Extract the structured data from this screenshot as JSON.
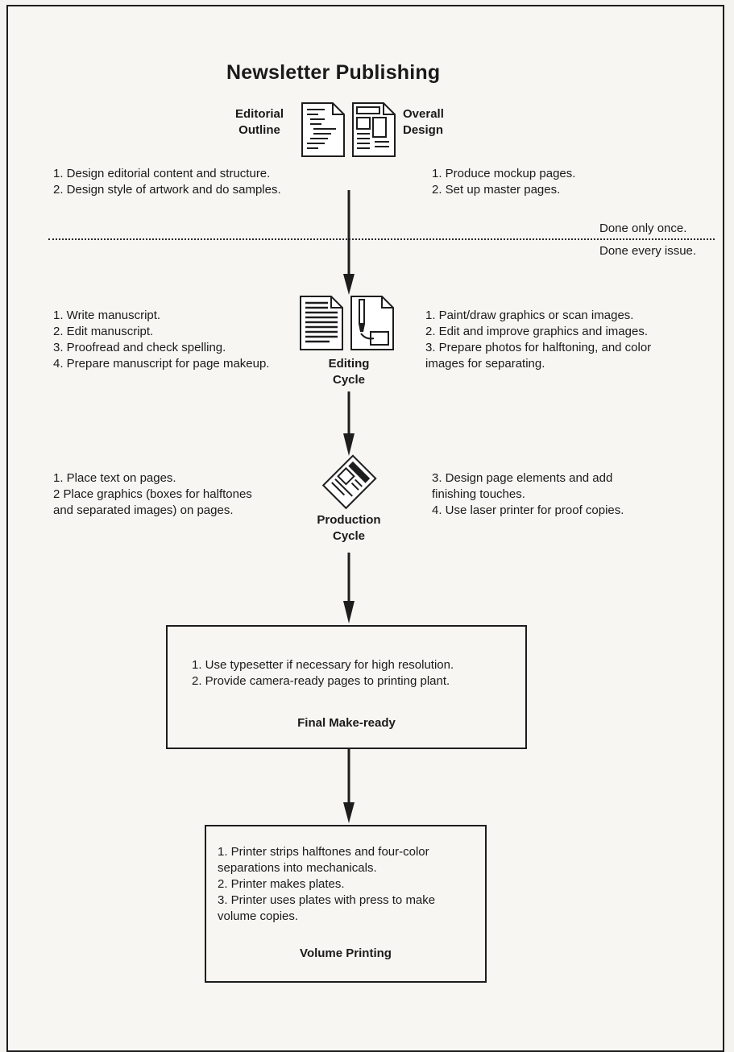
{
  "title": "Newsletter Publishing",
  "top": {
    "editorial_outline": [
      "Editorial",
      "Outline"
    ],
    "overall_design": [
      "Overall",
      "Design"
    ],
    "left_steps": [
      "1.  Design editorial content and structure.",
      "2.  Design style of  artwork and do samples."
    ],
    "right_steps": [
      "1.  Produce mockup pages.",
      "2.  Set up master pages."
    ]
  },
  "divider": {
    "above": "Done only once.",
    "below": "Done every issue."
  },
  "editing": {
    "label": [
      "Editing",
      "Cycle"
    ],
    "left_steps": [
      "1.  Write manuscript.",
      "2.  Edit manuscript.",
      "3.  Proofread and check spelling.",
      "4.  Prepare manuscript  for page makeup."
    ],
    "right_steps": [
      "1.  Paint/draw graphics or scan images.",
      "2.  Edit and improve graphics and images.",
      "3.  Prepare photos for halftoning, and color",
      "images for separating."
    ]
  },
  "production": {
    "label": [
      "Production",
      "Cycle"
    ],
    "left_steps": [
      "1. Place text  on pages.",
      "2  Place graphics (boxes for halftones",
      "and separated images) on pages."
    ],
    "right_steps": [
      "3.  Design page elements and add",
      "finishing  touches.",
      "4.  Use laser printer for proof copies."
    ]
  },
  "final": {
    "steps": [
      "1.  Use typesetter if necessary for high resolution.",
      "2.  Provide camera-ready pages to printing plant."
    ],
    "label": "Final Make-ready"
  },
  "volume": {
    "steps": [
      "1.  Printer strips halftones and four-color",
      "separations into mechanicals.",
      "2.  Printer makes plates.",
      "3.  Printer uses plates with press to make",
      "volume copies."
    ],
    "label": "Volume Printing"
  },
  "colors": {
    "ink": "#1d1d1d",
    "paper": "#f7f6f2"
  }
}
